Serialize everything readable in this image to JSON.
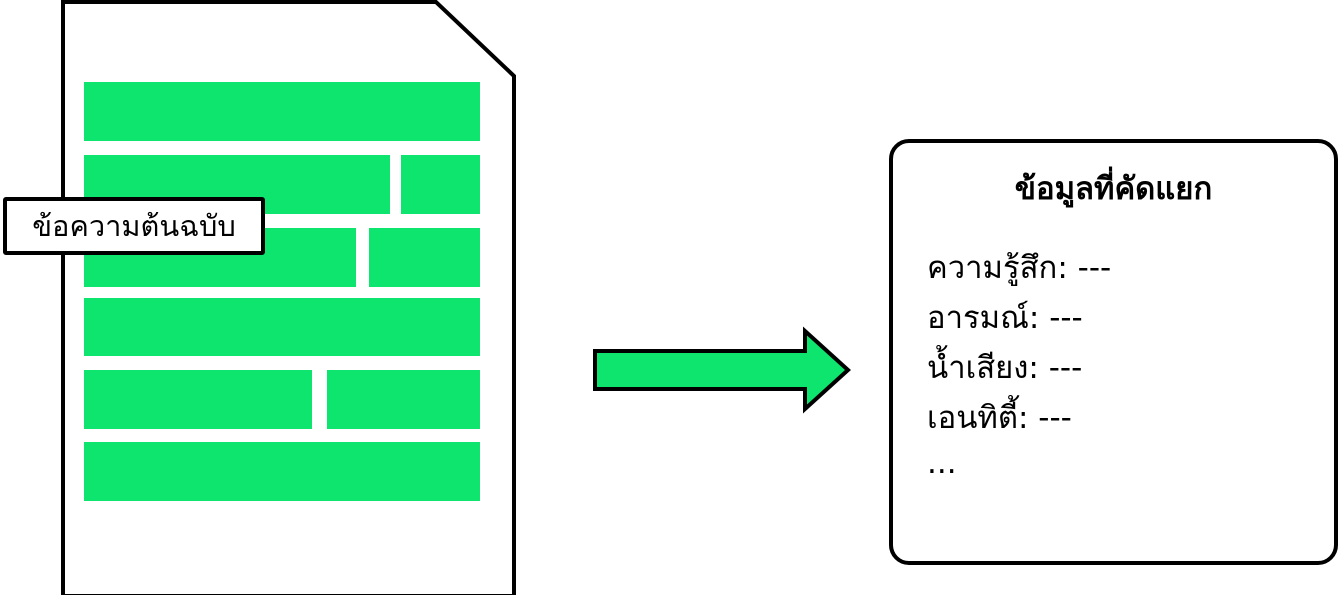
{
  "source": {
    "label": "ข้อความต้นฉบับ"
  },
  "result": {
    "title": "ข้อมูลที่คัดแยก",
    "fields": [
      {
        "label": "ความรู้สึก",
        "value": "---"
      },
      {
        "label": "อารมณ์",
        "value": "---"
      },
      {
        "label": "น้ำเสียง",
        "value": "---"
      },
      {
        "label": "เอนทิตี้",
        "value": "---"
      }
    ],
    "more": "..."
  },
  "colors": {
    "accent": "#0EE56E",
    "stroke": "#000000",
    "background": "#FFFFFF"
  },
  "icons": {
    "document": "document-icon",
    "arrow": "arrow-right-icon"
  }
}
